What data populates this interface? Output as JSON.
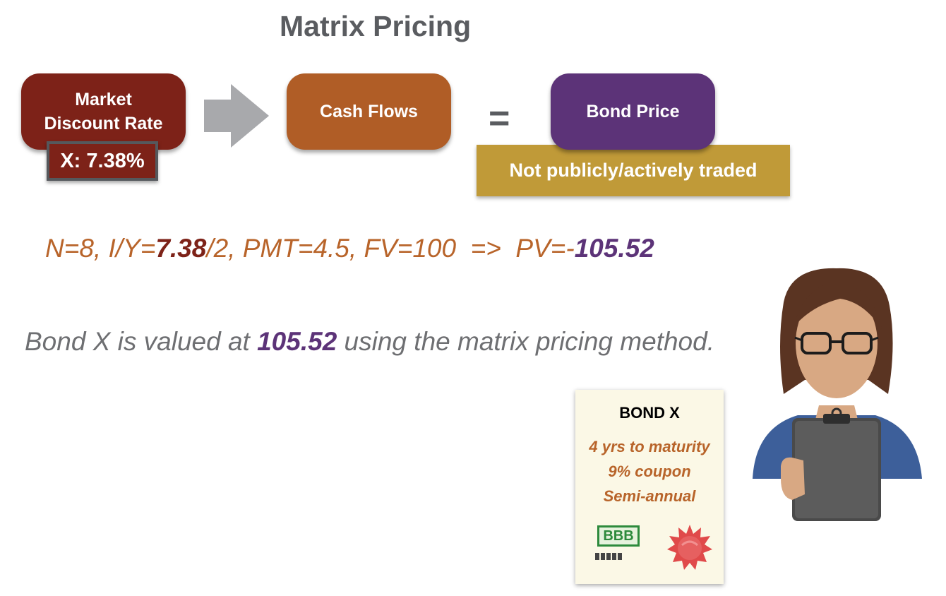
{
  "title": "Matrix Pricing",
  "boxes": {
    "market_rate_line1": "Market",
    "market_rate_line2": "Discount Rate",
    "rate_value": "X: 7.38%",
    "cash_flows": "Cash Flows",
    "equals": "=",
    "bond_price": "Bond Price",
    "note": "Not publicly/actively traded"
  },
  "formula": {
    "prefix": "N=8, I/Y=",
    "rate": "7.38",
    "middle": "/2, PMT=4.5, FV=100  =>  PV=-",
    "pv": "105.52"
  },
  "statement": {
    "prefix": "Bond X is valued at ",
    "value": "105.52",
    "suffix": " using the matrix pricing method."
  },
  "card": {
    "title": "BOND X",
    "lines": [
      "4 yrs to maturity",
      "9% coupon",
      "Semi-annual"
    ],
    "rating": "BBB"
  },
  "colors": {
    "market_rate": "#7d2218",
    "cash_flows": "#b05d26",
    "bond_price": "#5c3378",
    "note": "#c09a38",
    "title": "#5a5c60"
  },
  "icons": [
    "right-arrow-icon",
    "rating-chip-icon",
    "seal-icon",
    "analyst-avatar"
  ]
}
